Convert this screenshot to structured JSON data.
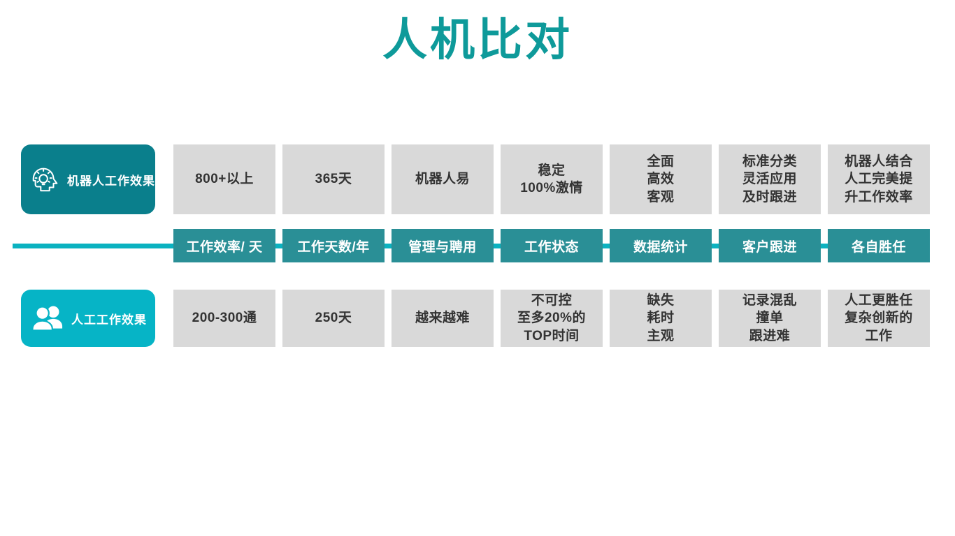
{
  "page": {
    "title": "人机比对",
    "accent_dark_teal": "#0a7f8c",
    "accent_light_teal": "#06b4c6",
    "accent_chip_teal": "#2a8f96",
    "accent_line_teal": "#0bb2c0",
    "cell_grey": "#d9d9d9",
    "title_color": "#0e9a9a"
  },
  "rows": {
    "robot": {
      "label": "机器人工作效果",
      "icon": "head-lightbulb-icon",
      "cells": [
        "800+以上",
        "365天",
        "机器人易",
        "稳定\n100%激情",
        "全面\n高效\n客观",
        "标准分类\n灵活应用\n及时跟进",
        "机器人结合\n人工完美提\n升工作效率"
      ]
    },
    "human": {
      "label": "人工工作效果",
      "icon": "two-people-icon",
      "cells": [
        "200-300通",
        "250天",
        "越来越难",
        "不可控\n至多20%的\nTOP时间",
        "缺失\n耗时\n主观",
        "记录混乱\n撞单\n跟进难",
        "人工更胜任\n复杂创新的\n工作"
      ]
    }
  },
  "categories": [
    "工作效率/ 天",
    "工作天数/年",
    "管理与聘用",
    "工作状态",
    "数据统计",
    "客户跟进",
    "各自胜任"
  ]
}
